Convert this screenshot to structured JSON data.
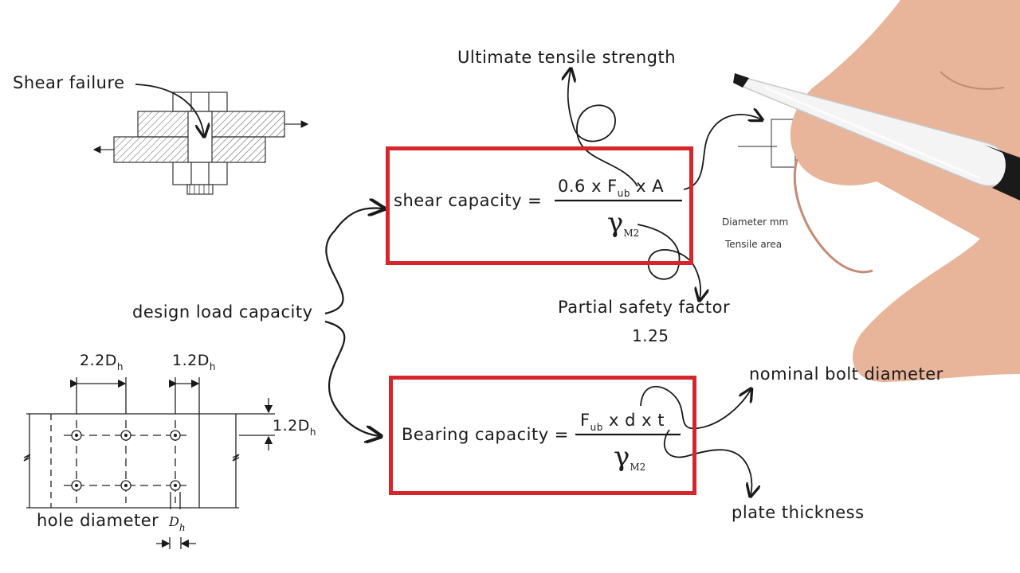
{
  "labels": {
    "shear_failure": "Shear failure",
    "ultimate_tensile_strength": "Ultimate tensile strength",
    "design_load_capacity": "design load capacity",
    "partial_safety_factor": "Partial safety factor",
    "safety_factor_value": "1.25",
    "nominal_bolt_diameter": "nominal bolt diameter",
    "plate_thickness": "plate thickness",
    "hole_diameter": "hole diameter"
  },
  "shear_formula": {
    "lhs": "shear capacity =",
    "num_pre": "0.6 x F",
    "num_sub": "ub",
    "num_post": " x A",
    "den_symbol": "γ",
    "den_sub": "M2"
  },
  "bearing_formula": {
    "lhs": "Bearing capacity =",
    "num_pre": "F",
    "num_sub": "ub",
    "num_post": " x d x t",
    "den_symbol": "γ",
    "den_sub": "M2"
  },
  "plate_dims": {
    "d1": "2.2D",
    "d1_sub": "h",
    "d2": "1.2D",
    "d2_sub": "h",
    "d3": "1.2D",
    "d3_sub": "h",
    "dh": "D",
    "dh_sub": "h"
  },
  "table": {
    "diameter": "Diameter mm",
    "tensile_area": "Tensile area"
  },
  "colors": {
    "box_border": "#d6262b",
    "ink": "#1a1a1a",
    "skin": "#e8b49a",
    "marker_body": "#f4f4f4"
  }
}
